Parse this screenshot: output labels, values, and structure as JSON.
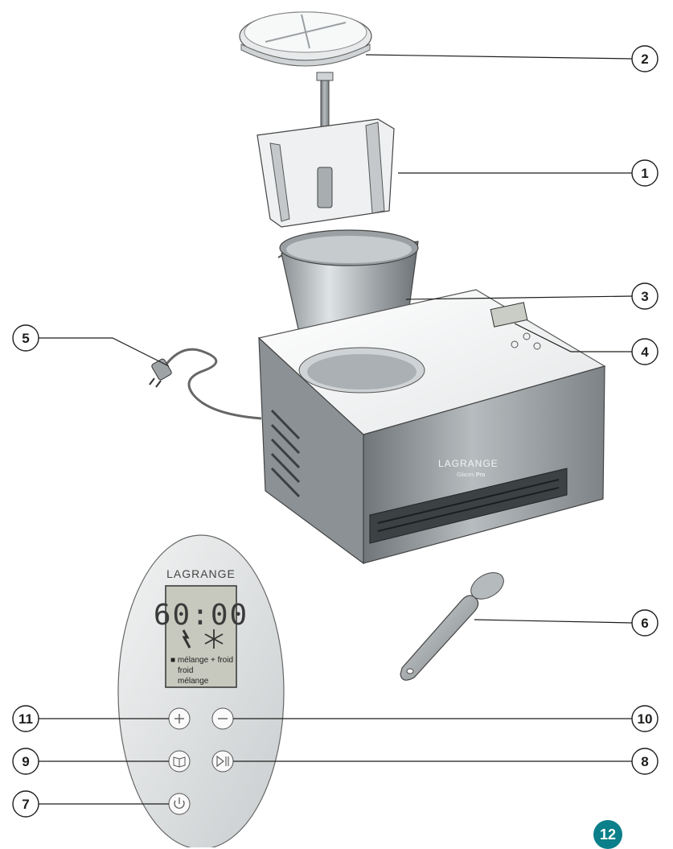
{
  "colors": {
    "accent": "#0b7f8a",
    "line": "#1d1d1b",
    "steel": "#8e9497"
  },
  "callouts": [
    {
      "num": "1"
    },
    {
      "num": "2"
    },
    {
      "num": "3"
    },
    {
      "num": "4"
    },
    {
      "num": "5"
    },
    {
      "num": "6"
    },
    {
      "num": "7"
    },
    {
      "num": "8"
    },
    {
      "num": "9"
    },
    {
      "num": "10"
    },
    {
      "num": "11"
    }
  ],
  "machine": {
    "brand": "LAGRANGE",
    "model_prefix": "Glaces ",
    "model_suffix": "Pro"
  },
  "panel": {
    "brand": "LAGRANGE",
    "display_time": "60:00",
    "mode_line1": "■ mélange + froid",
    "mode_line2": "froid",
    "mode_line3": "mélange",
    "buttons": {
      "plus": "plus-icon",
      "minus": "minus-icon",
      "recipe": "book-icon",
      "play_pause": "play-pause-icon",
      "power": "power-icon"
    }
  },
  "page_number": "12"
}
